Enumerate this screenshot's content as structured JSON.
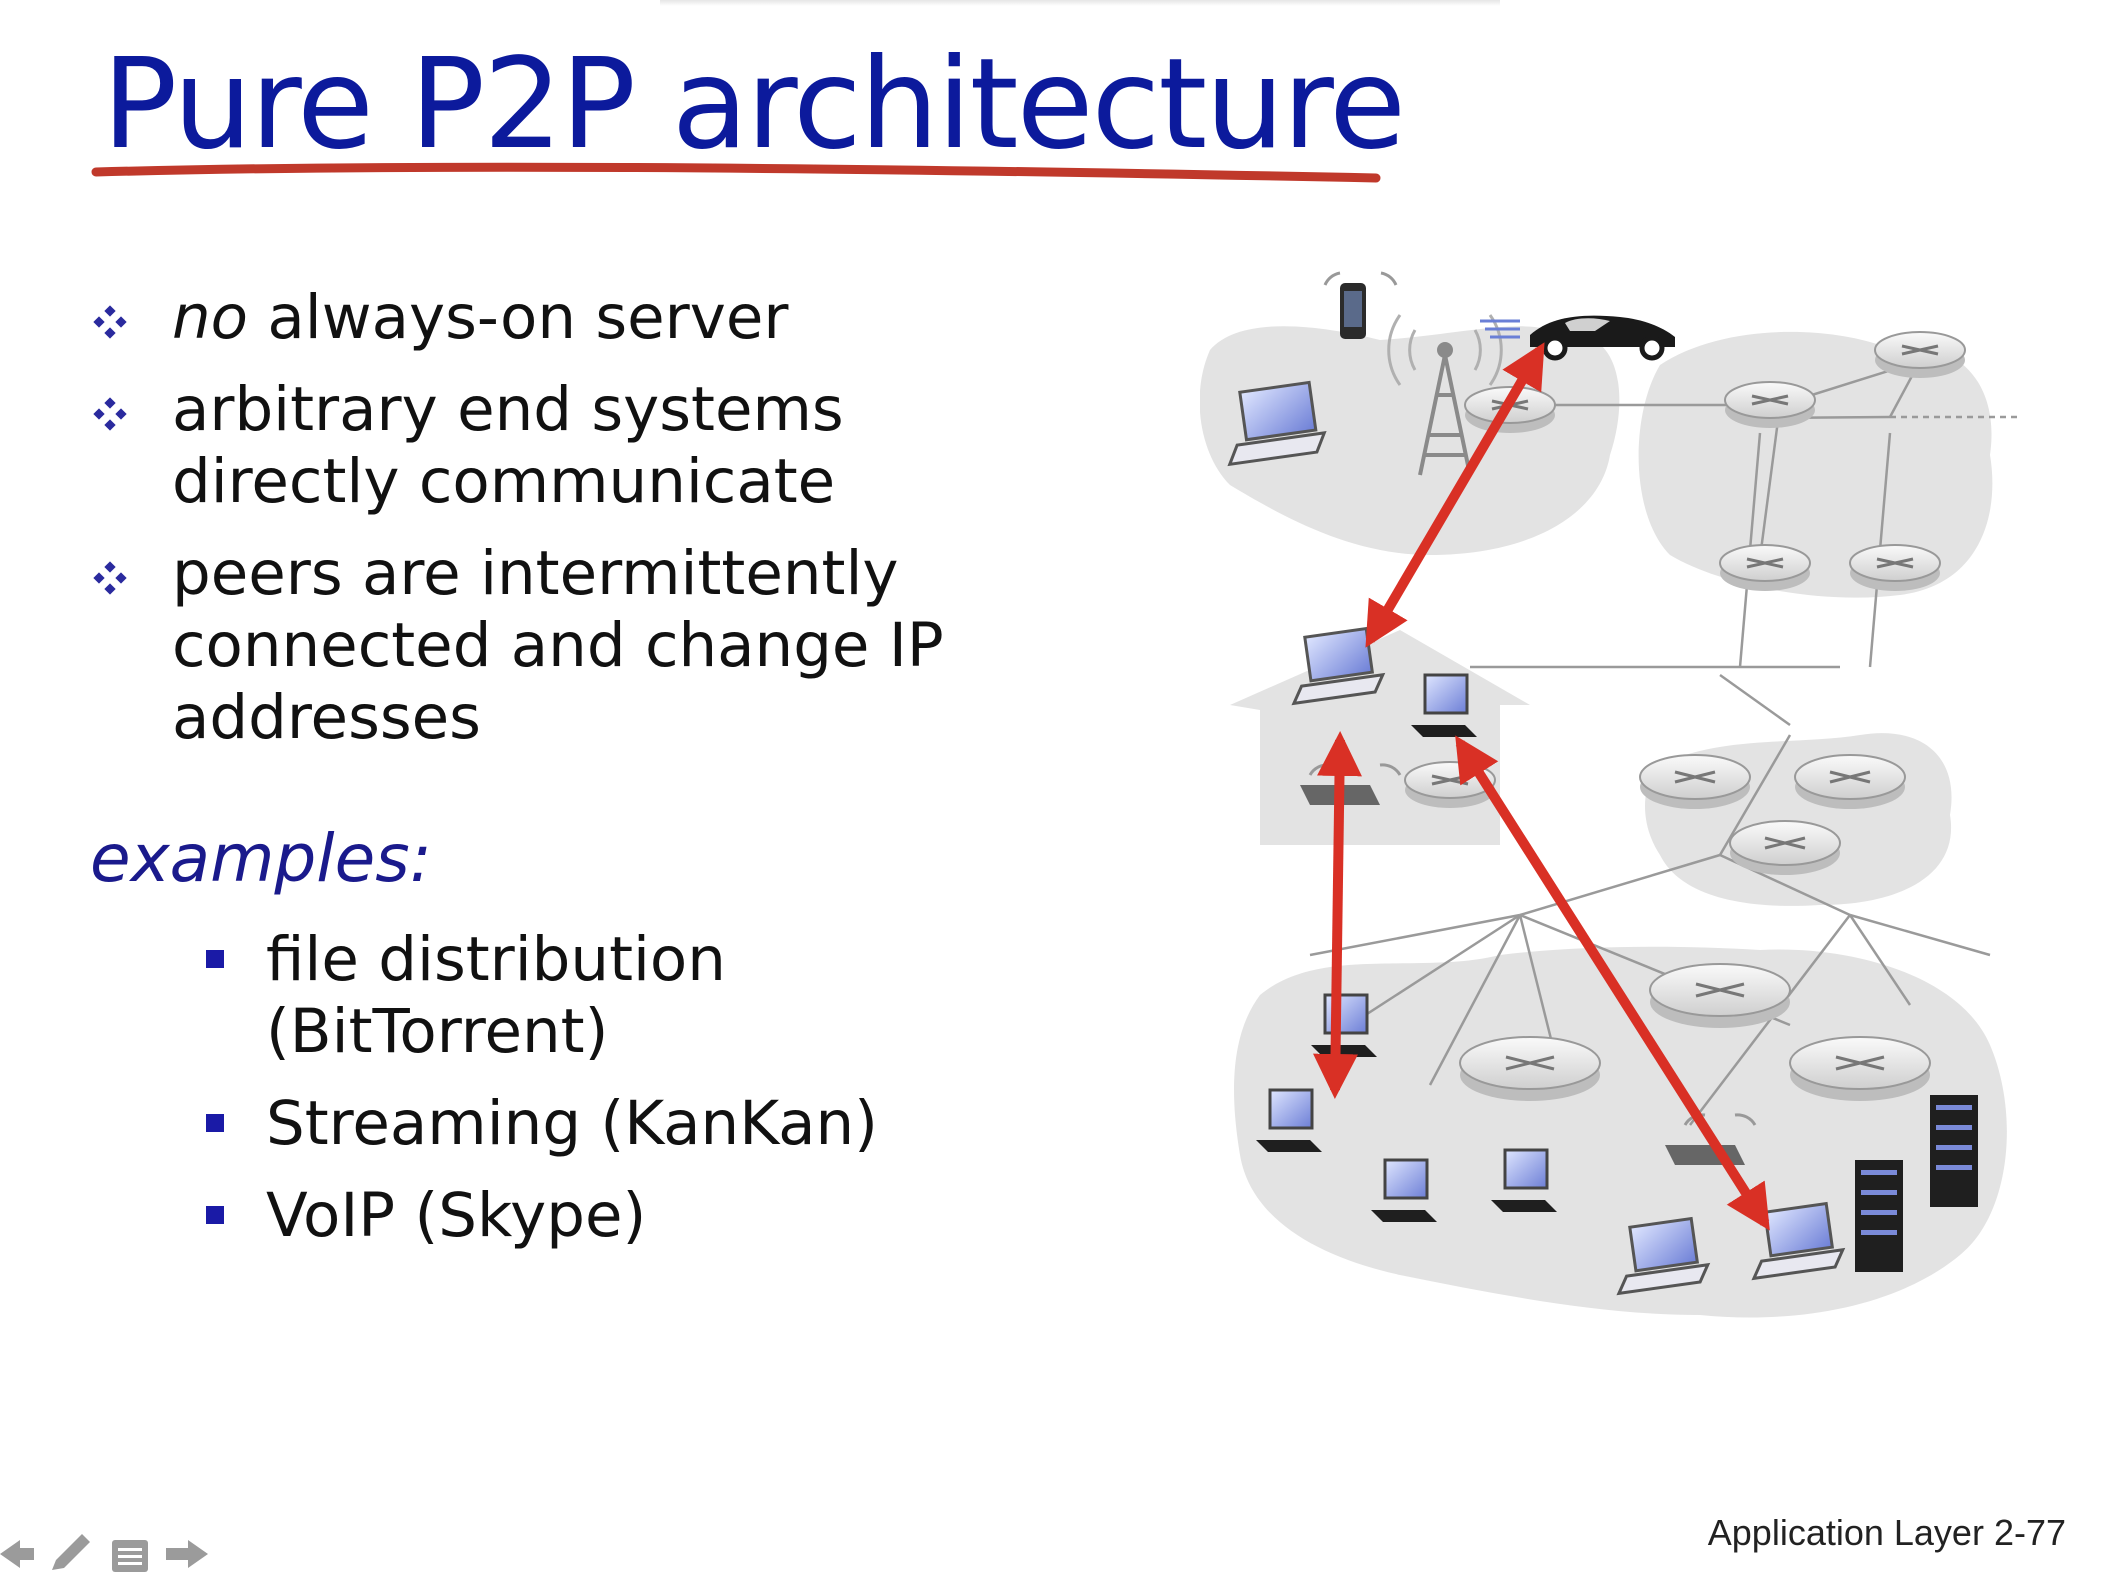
{
  "slide": {
    "title": "Pure P2P architecture",
    "bullets": [
      {
        "emphasis": "no",
        "text": " always-on server"
      },
      {
        "text": "arbitrary end systems directly communicate"
      },
      {
        "text": "peers are intermittently connected and change IP addresses"
      }
    ],
    "examples_label": "examples:",
    "examples": [
      "file distribution (BitTorrent)",
      "Streaming (KanKan)",
      "VoIP (Skype)"
    ],
    "footer": "Application Layer 2-77"
  },
  "colors": {
    "title": "#0c1a9c",
    "underline": "#c0392b",
    "bullet_mark": "#2a2a9e",
    "examples_label": "#1a1a8c",
    "arrow": "#d93025",
    "network_cloud": "#e3e3e3"
  },
  "icons": {
    "bullet": "four-diamond-bullet-icon",
    "sub_bullet": "square-bullet-icon",
    "nav": [
      "arrow-left-icon",
      "pen-icon",
      "menu-icon",
      "arrow-right-icon"
    ]
  }
}
